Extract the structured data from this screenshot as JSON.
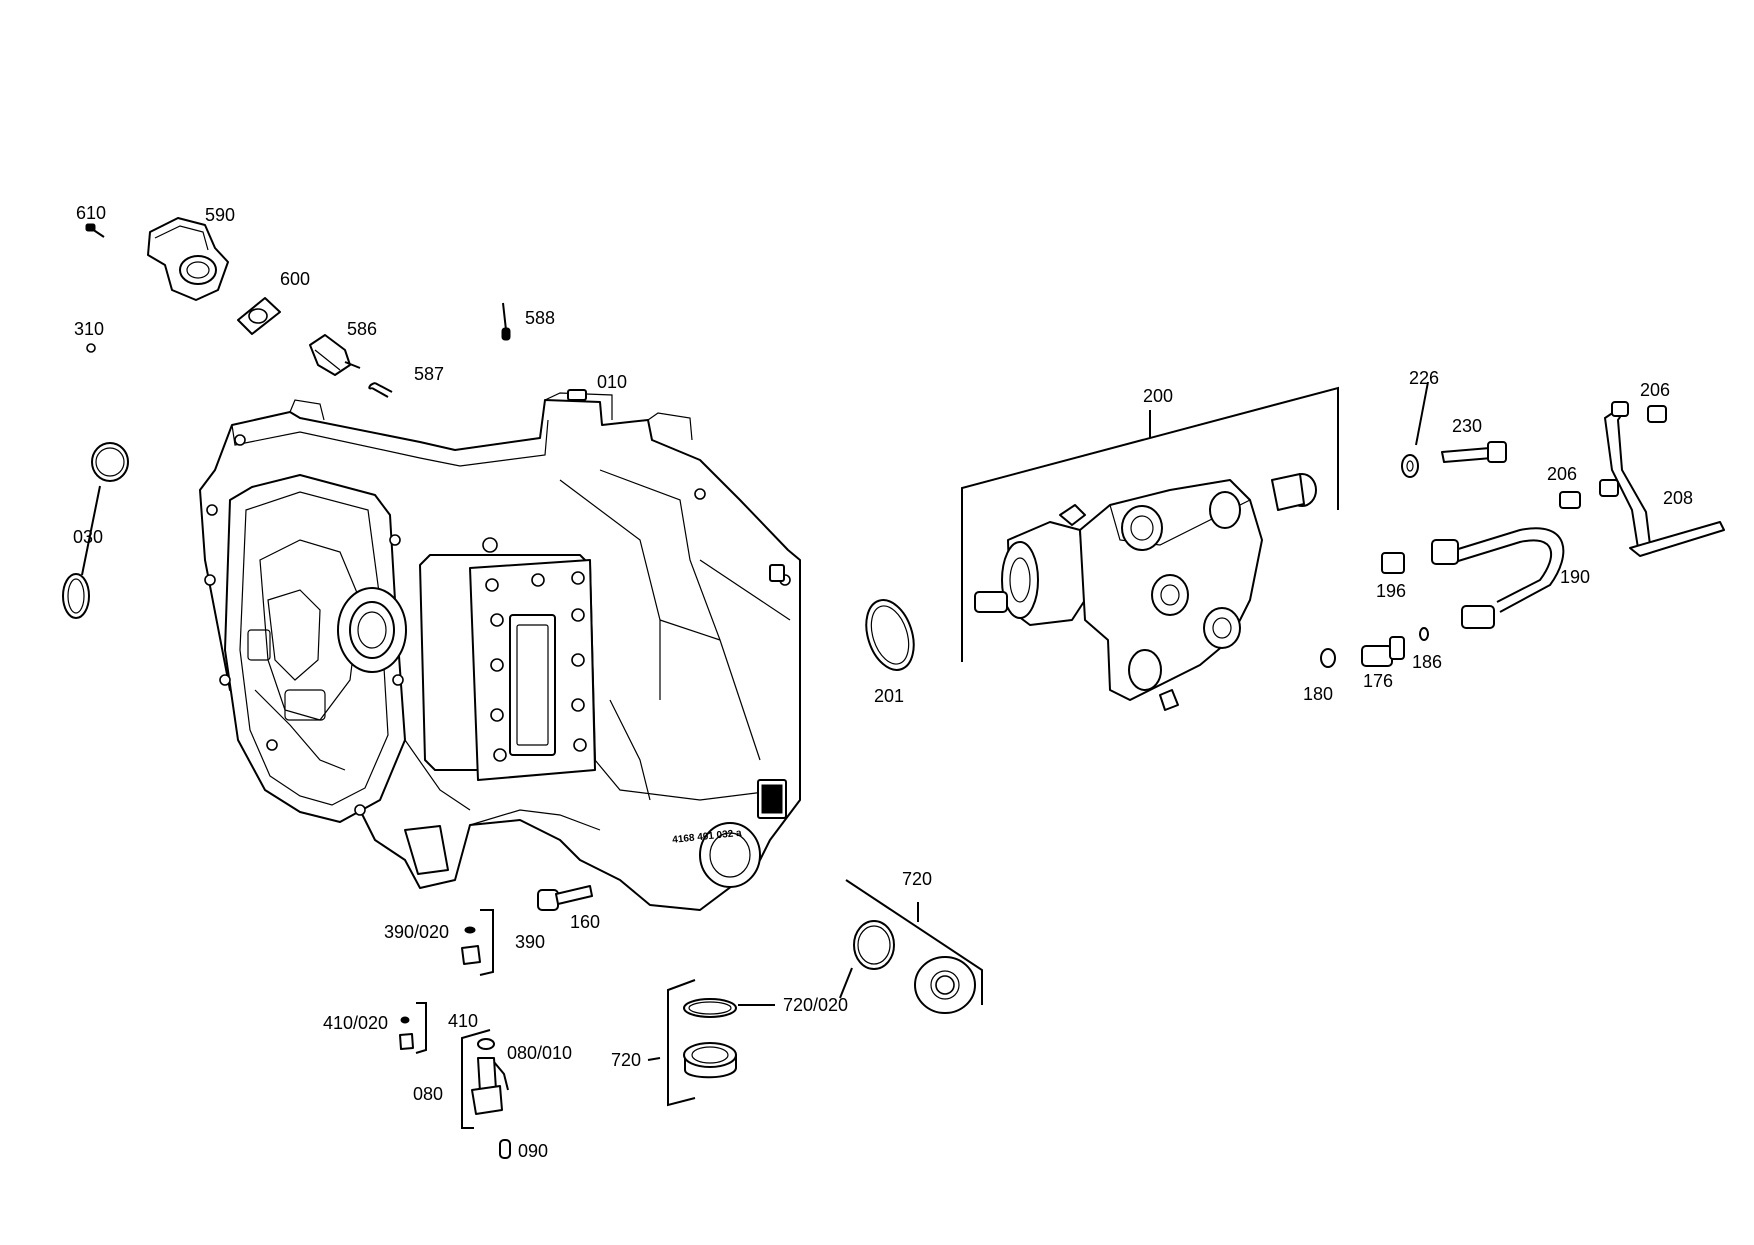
{
  "diagram": {
    "labels": {
      "l610": "610",
      "l590": "590",
      "l600": "600",
      "l310": "310",
      "l586": "586",
      "l588": "588",
      "l587": "587",
      "l010": "010",
      "l030": "030",
      "l200": "200",
      "l226": "226",
      "l230": "230",
      "l206a": "206",
      "l206b": "206",
      "l208": "208",
      "l196": "196",
      "l190": "190",
      "l201": "201",
      "l180": "180",
      "l176": "176",
      "l186": "186",
      "l160": "160",
      "l390020": "390/020",
      "l390": "390",
      "l410020": "410/020",
      "l410": "410",
      "l080010": "080/010",
      "l080": "080",
      "l090": "090",
      "l720top": "720",
      "l720020": "720/020",
      "l720left": "720"
    },
    "casting_stamp": "4168 401 032 a"
  }
}
